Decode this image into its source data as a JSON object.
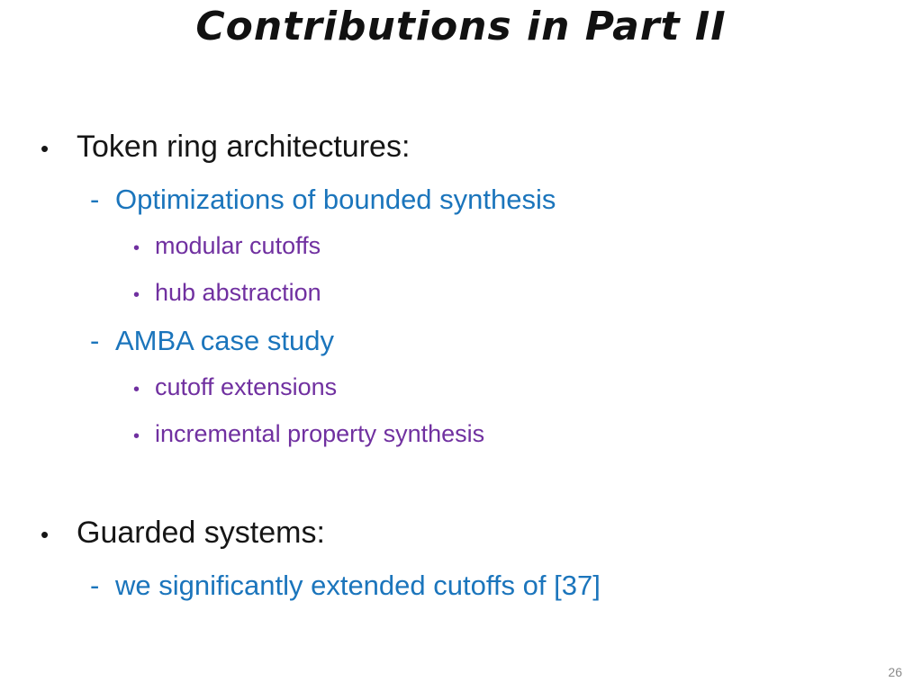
{
  "slide": {
    "title": "Contributions in Part II",
    "page_number": "26"
  },
  "colors": {
    "title_text": "#111111",
    "level1_text": "#161616",
    "level2_text": "#1B75BC",
    "level3_text": "#7030A0",
    "page_number_gray": "#8A8A8A",
    "background": "#FFFFFF"
  },
  "bullets": [
    {
      "level": 1,
      "marker": "•",
      "color": "black",
      "text": "Token ring architectures:"
    },
    {
      "level": 2,
      "marker": "-",
      "color": "blue",
      "text": "Optimizations of bounded synthesis"
    },
    {
      "level": 3,
      "marker": "•",
      "color": "purple",
      "text": "modular cutoffs"
    },
    {
      "level": 3,
      "marker": "•",
      "color": "purple",
      "text": "hub abstraction"
    },
    {
      "level": 2,
      "marker": "-",
      "color": "blue",
      "text": "AMBA case study"
    },
    {
      "level": 3,
      "marker": "•",
      "color": "purple",
      "text": "cutoff extensions"
    },
    {
      "level": 3,
      "marker": "•",
      "color": "purple",
      "text": "incremental property synthesis"
    },
    {
      "level": 1,
      "marker": "•",
      "color": "black",
      "text": "Guarded systems:"
    },
    {
      "level": 2,
      "marker": "-",
      "color": "blue",
      "text": "we significantly extended cutoffs of [37]"
    }
  ]
}
